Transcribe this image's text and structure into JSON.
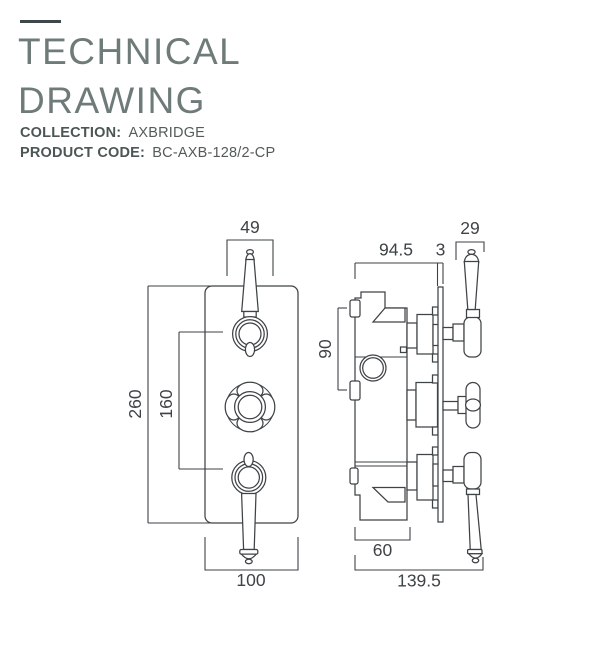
{
  "header": {
    "title_line1": "TECHNICAL",
    "title_line2": "DRAWING",
    "collection_label": "COLLECTION:",
    "collection_value": "AXBRIDGE",
    "product_code_label": "PRODUCT CODE:",
    "product_code_value": "BC-AXB-128/2-CP"
  },
  "dims": {
    "front": {
      "handle_width": "49",
      "overall_height": "260",
      "handle_spacing": "160",
      "plate_width": "100"
    },
    "side": {
      "body_to_plate": "94.5",
      "plate_thickness": "3",
      "handle_width": "29",
      "port_spacing": "90",
      "body_depth": "60",
      "overall_depth": "139.5"
    }
  },
  "colors": {
    "ink": "#3e4346",
    "title_gray": "#6f7b78",
    "accent_rule": "#40474a"
  }
}
